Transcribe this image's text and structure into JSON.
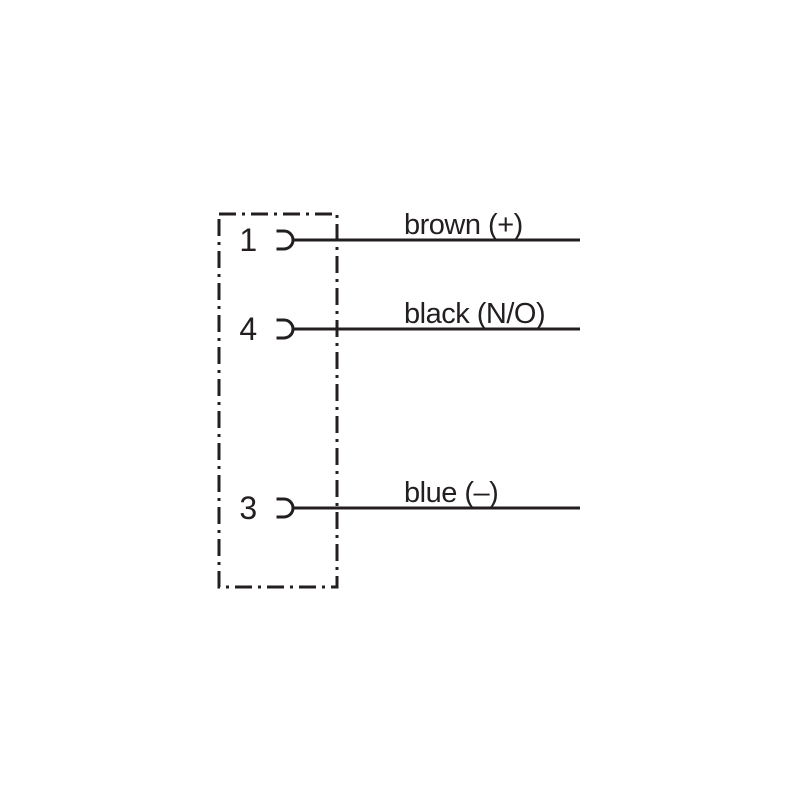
{
  "diagram": {
    "kind": "connector-wiring-pinout",
    "connector": {
      "outline_style": "dash-dot",
      "pins": [
        {
          "number": "1",
          "wire_label": "brown (+)"
        },
        {
          "number": "4",
          "wire_label": "black (N/O)"
        },
        {
          "number": "3",
          "wire_label": "blue (–)"
        }
      ]
    },
    "colors": {
      "line": "#231f20",
      "text": "#231f20",
      "background": "#ffffff"
    }
  }
}
